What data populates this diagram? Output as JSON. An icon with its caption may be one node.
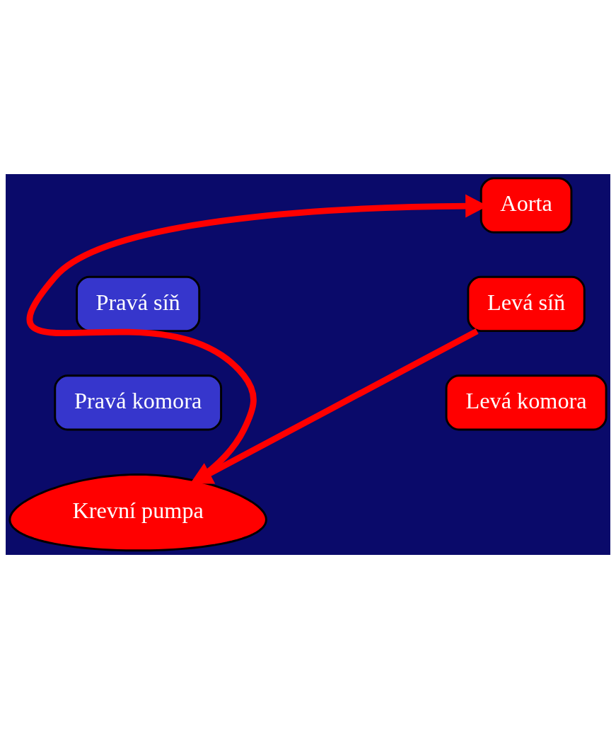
{
  "diagram": {
    "nodes": [
      {
        "text": [
          "Aorta"
        ]
      },
      {
        "text": [
          "Pravá síň"
        ]
      },
      {
        "text": [
          "Levá síň"
        ]
      },
      {
        "text": [
          "Pravá komora"
        ]
      },
      {
        "text": [
          "Levá komora"
        ]
      },
      {
        "text": [
          "Krevní pumpa"
        ]
      }
    ],
    "edges": [
      {
        "from": 2,
        "to": 5,
        "arrow": "to"
      },
      {
        "from": 5,
        "to": 0,
        "arrow": "to"
      }
    ]
  }
}
